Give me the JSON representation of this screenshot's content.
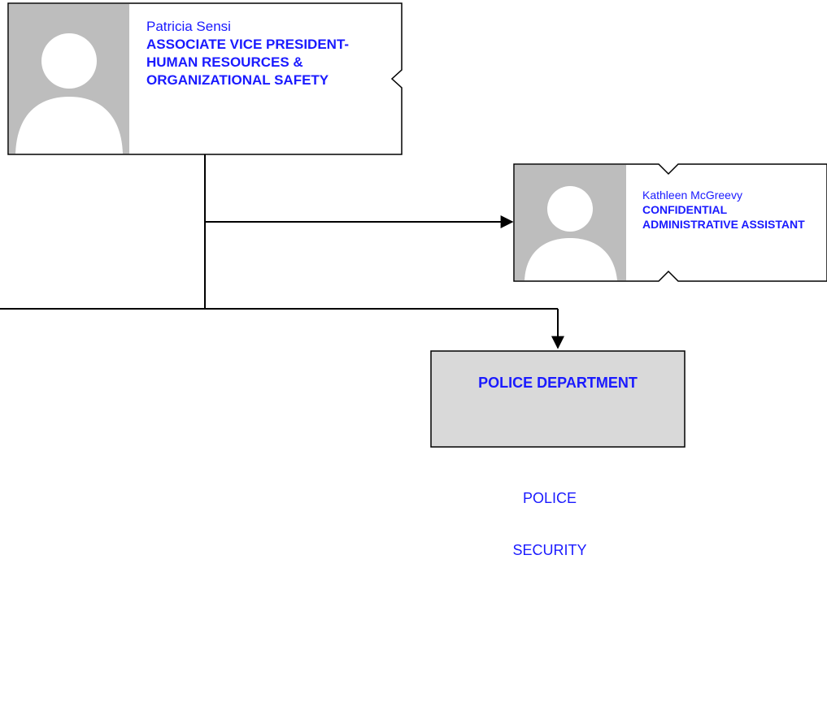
{
  "org_chart": {
    "primary": {
      "name": "Patricia Sensi",
      "title": "ASSOCIATE VICE PRESIDENT-HUMAN RESOURCES & ORGANIZATIONAL SAFETY"
    },
    "assistant": {
      "name": "Kathleen McGreevy",
      "title": "CONFIDENTIAL ADMINISTRATIVE ASSISTANT"
    },
    "department": {
      "name": "POLICE DEPARTMENT",
      "units": [
        "POLICE",
        "SECURITY"
      ]
    }
  },
  "colors": {
    "text_accent": "#1a1aff",
    "department_fill": "#d9d9d9",
    "avatar_bg": "#bdbdbd"
  }
}
